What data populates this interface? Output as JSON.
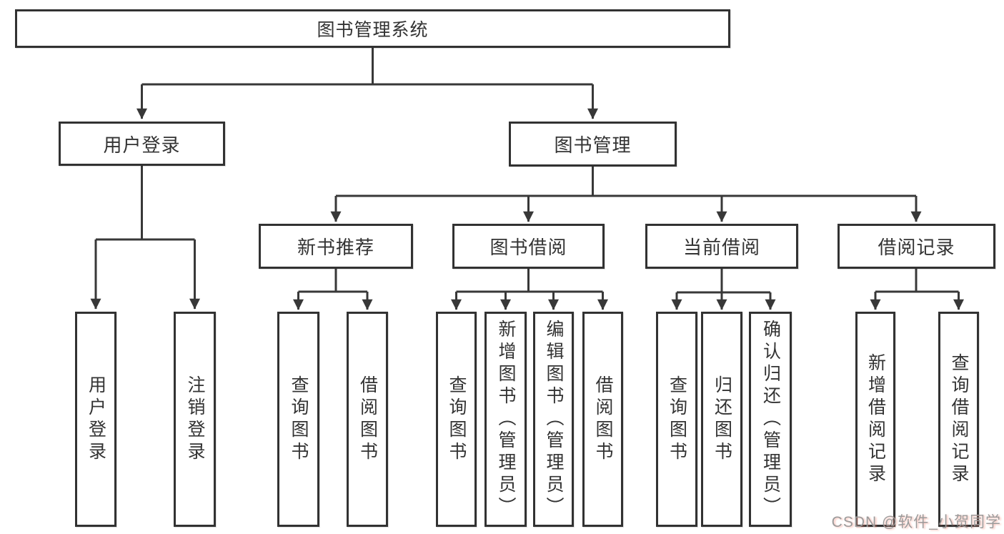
{
  "diagram": {
    "title": "图书管理系统",
    "level2": {
      "user_login_group": "用户登录",
      "book_management": "图书管理"
    },
    "level3": {
      "new_book_rec": "新书推荐",
      "book_borrow": "图书借阅",
      "current_borrow": "当前借阅",
      "borrow_records": "借阅记录"
    },
    "leaves": {
      "user_login": "用户登录",
      "logout": "注销登录",
      "nb_query_books": "查询图书",
      "nb_borrow_books": "借阅图书",
      "bb_query_books": "查询图书",
      "bb_add_books": "新增图书（管理员）",
      "bb_edit_books": "编辑图书（管理员）",
      "bb_borrow_books": "借阅图书",
      "cb_query_books": "查询图书",
      "cb_return_books": "归还图书",
      "cb_confirm_return": "确认归还（管理员）",
      "br_add_record": "新增借阅记录",
      "br_query_record": "查询借阅记录"
    }
  },
  "colors": {
    "line": "#383838",
    "border": "#323232",
    "text": "#333333",
    "watermark": "#9b9b9b"
  },
  "watermark": "CSDN @软件_小贺同学"
}
